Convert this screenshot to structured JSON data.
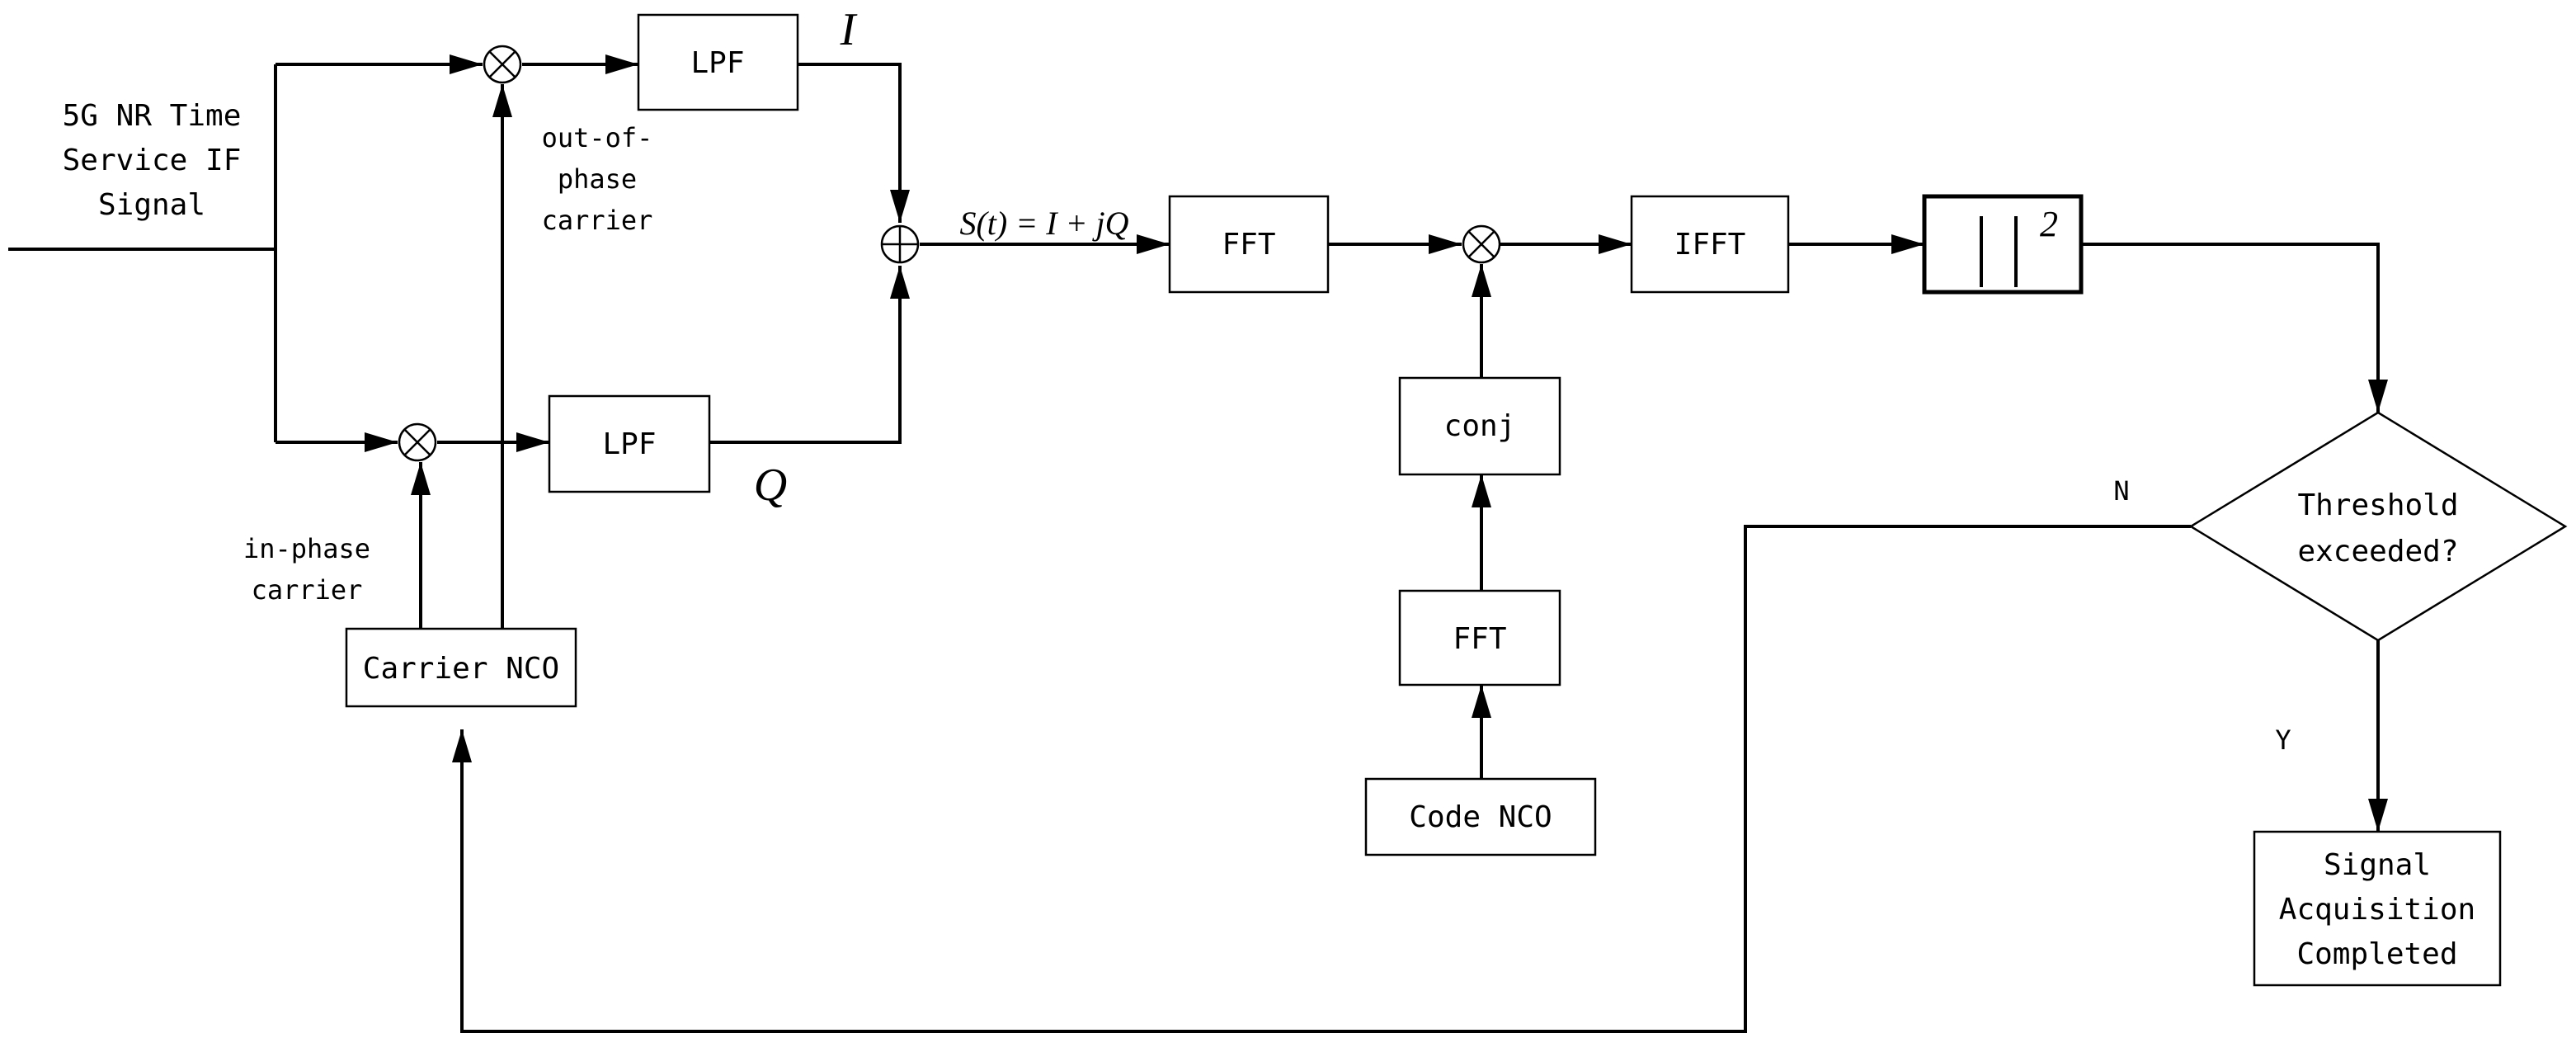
{
  "input_signal": [
    "5G NR Time",
    "Service IF",
    "Signal"
  ],
  "blocks": {
    "lpf_i": "LPF",
    "lpf_q": "LPF",
    "fft_main": "FFT",
    "ifft": "IFFT",
    "conj": "conj",
    "fft_code": "FFT",
    "code_nco": "Code NCO",
    "carrier_nco": "Carrier NCO",
    "abs_square_exp": "2",
    "decision": [
      "Threshold",
      "exceeded?"
    ],
    "result": [
      "Signal",
      "Acquisition",
      "Completed"
    ]
  },
  "labels": {
    "i_branch": "I",
    "q_branch": "Q",
    "signal_eq": "S(t) = I + jQ",
    "out_of_phase": [
      "out-of-",
      "phase",
      "carrier"
    ],
    "in_phase": [
      "in-phase",
      "carrier"
    ],
    "no": "N",
    "yes": "Y"
  }
}
